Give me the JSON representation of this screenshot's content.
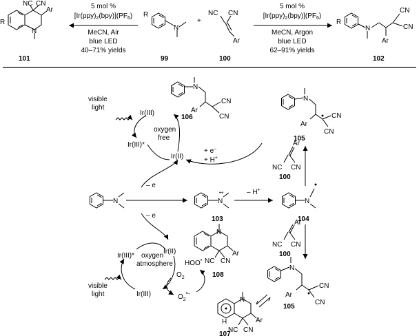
{
  "reactions": {
    "left": {
      "line1": "5 mol %",
      "line2": "[Ir(ppy)2(bpy)](PF6)",
      "line3": "MeCN, Air",
      "line4": "blue LED",
      "line5": "40–71% yields"
    },
    "right": {
      "line1": "5 mol %",
      "line2": "[Ir(ppy)2(bpy)](PF6)",
      "line3": "MeCN, Argon",
      "line4": "blue LED",
      "line5": "62–91% yields"
    },
    "plus": "+"
  },
  "compounds": {
    "c101": "101",
    "c99": "99",
    "c100_top": "100",
    "c102": "102",
    "c106": "106",
    "c105_top": "105",
    "c100_mid": "100",
    "c103": "103",
    "c104": "104",
    "c108": "108",
    "c100_low": "100",
    "c105_bottom": "105",
    "c107": "107"
  },
  "atoms": {
    "cn": "CN",
    "nc": "NC",
    "ar": "Ar",
    "n": "N",
    "r": "R",
    "h": "H",
    "hoo": "HOO"
  },
  "cycle": {
    "visible_light_top": "visible\nlight",
    "ir3": "Ir(III)",
    "ir3_star": "Ir(III)*",
    "ir2": "Ir(II)",
    "oxygen_free": "oxygen\nfree",
    "oxygen_atmosphere": "oxygen\natmosphere",
    "visible_light_bottom": "visible\nlight",
    "minus_e": "– e",
    "minus_h": "– H+",
    "plus_e_h": "+ e–\n+ H+",
    "o2": "O2",
    "o2_radical": "O2•–"
  },
  "icons": [
    "wavy-light-arrow",
    "reaction-arrow",
    "curved-arrow",
    "radical-dot",
    "equilibrium-arrows"
  ]
}
